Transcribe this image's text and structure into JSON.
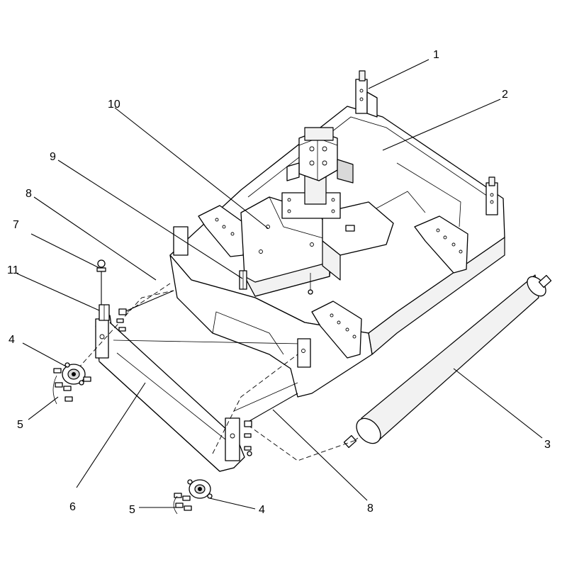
{
  "callouts": [
    {
      "id": "c1",
      "label": "1"
    },
    {
      "id": "c2",
      "label": "2"
    },
    {
      "id": "c3",
      "label": "3"
    },
    {
      "id": "c4a",
      "label": "4"
    },
    {
      "id": "c4b",
      "label": "4"
    },
    {
      "id": "c5a",
      "label": "5"
    },
    {
      "id": "c5b",
      "label": "5"
    },
    {
      "id": "c6",
      "label": "6"
    },
    {
      "id": "c7",
      "label": "7"
    },
    {
      "id": "c8a",
      "label": "8"
    },
    {
      "id": "c8b",
      "label": "8"
    },
    {
      "id": "c9",
      "label": "9"
    },
    {
      "id": "c10",
      "label": "10"
    },
    {
      "id": "c11",
      "label": "11"
    }
  ]
}
